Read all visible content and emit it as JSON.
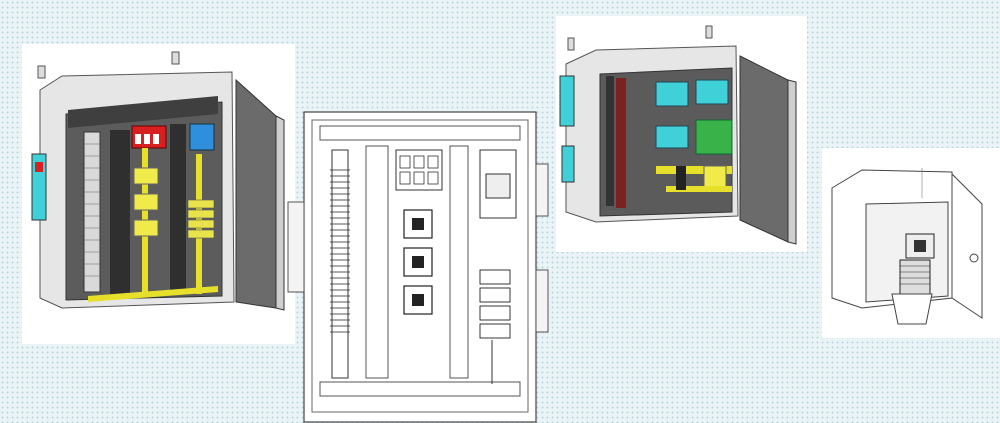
{
  "figures": [
    {
      "id": "enclosure-1"
    },
    {
      "id": "enclosure-2-front-view",
      "labels": [
        "",
        "",
        "",
        ""
      ]
    },
    {
      "id": "enclosure-3"
    },
    {
      "id": "enclosure-4-small"
    }
  ],
  "colors": {
    "enclosure_body": "#e8e8e8",
    "door_inner": "#6b6b6b",
    "din_rail_yellow": "#e6e02a",
    "terminal_red": "#d82020",
    "terminal_blue": "#2f8fdc",
    "terminal_green": "#39b24a",
    "terminal_cyan": "#3fd0d8"
  }
}
